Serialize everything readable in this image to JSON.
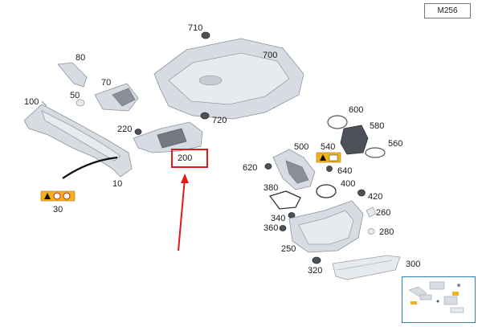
{
  "model_code": "M256",
  "highlight_color": "#e3161b",
  "thumbnail_border_color": "#2f7fb8",
  "callouts": {
    "c710": "710",
    "c700": "700",
    "c80": "80",
    "c70": "70",
    "c100": "100",
    "c50": "50",
    "c220": "220",
    "c720": "720",
    "c200": "200",
    "c10": "10",
    "c30": "30",
    "c600": "600",
    "c580": "580",
    "c560": "560",
    "c500": "500",
    "c540": "540",
    "c620": "620",
    "c640": "640",
    "c400": "400",
    "c380": "380",
    "c420": "420",
    "c340": "340",
    "c260": "260",
    "c360": "360",
    "c280": "280",
    "c250": "250",
    "c300": "300",
    "c320": "320"
  },
  "icons": [
    "warning-label-icon",
    "warning-label-icon"
  ]
}
